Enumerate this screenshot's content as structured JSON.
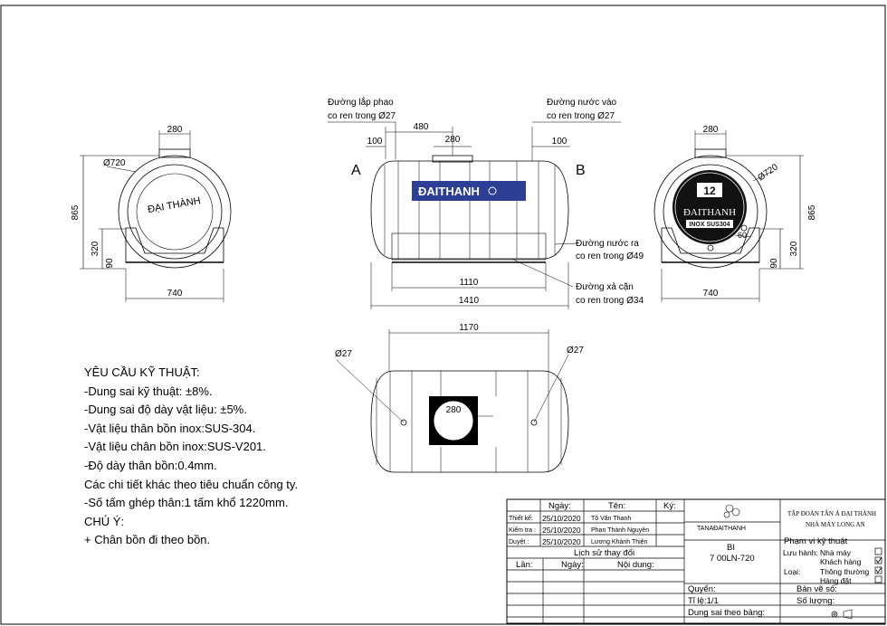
{
  "views": {
    "left": {
      "label_top": "280",
      "label_dia": "Ø720",
      "label_height": "865",
      "label_320": "320",
      "label_90": "90",
      "label_width": "740",
      "logo_text": "ĐẠI THÀNH"
    },
    "front": {
      "callout_float_1": "Đường lắp phao",
      "callout_float_2": "co ren trong Ø27",
      "callout_inlet_1": "Đường nước vào",
      "callout_inlet_2": "co ren trong Ø27",
      "dim_480": "480",
      "dim_280": "280",
      "dim_100_left": "100",
      "dim_100_right": "100",
      "end_a": "A",
      "end_b": "B",
      "brand_band": "ĐAITHANH",
      "callout_outlet_1": "Đường nước ra",
      "callout_outlet_2": "co ren trong Ø49",
      "callout_drain_1": "Đường xả cặn",
      "callout_drain_2": "co ren trong Ø34",
      "dim_1110": "1110",
      "dim_1410": "1410"
    },
    "right": {
      "label_top": "280",
      "label_dia": "Ø720",
      "label_height": "865",
      "label_320": "320",
      "label_90": "90",
      "label_60": "60",
      "label_width": "740",
      "logo_text": "ĐAITHANH",
      "logo_sub": "INOX SUS304",
      "logo_badge": "12"
    },
    "top": {
      "dim_1170": "1170",
      "dia_left": "Ø27",
      "dia_right": "Ø27",
      "dim_280": "280"
    }
  },
  "notes": [
    "YÊU CẦU KỸ THUẬT:",
    "-Dung sai kỹ thuật: ±8%.",
    "-Dung sai độ dày vật liệu: ±5%.",
    "-Vật liệu thân bồn inox:SUS-304.",
    "-Vật liệu chân bồn inox:SUS-V201.",
    "-Độ dày thân bồn:0.4mm.",
    "Các chi tiết khác theo tiêu chuẩn công ty.",
    "-Số tấm ghép thân:1 tấm khổ 1220mm.",
    "CHÚ Ý:",
    "+ Chân bồn đi theo bồn."
  ],
  "title_block": {
    "hdr_date": "Ngày:",
    "hdr_name": "Tên:",
    "hdr_sign": "Ký:",
    "row_design": "Thiết kế:",
    "row_design_date": "25/10/2020",
    "row_design_name": "Tô Văn Thanh",
    "row_check": "Kiểm tra :",
    "row_check_date": "25/10/2020",
    "row_check_name": "Phan Thành Nguyên",
    "row_approve": "Duyệt :",
    "row_approve_date": "25/10/2020",
    "row_approve_name": "Lương Khánh Thiện",
    "history": "Lịch sử thay đổi",
    "col_times": "Lần:",
    "col_date": "Ngày:",
    "col_content": "Nội dung:",
    "company_logo": "TANAĐAITHANH",
    "group_1": "TẬP ĐOÀN TÂN Á ĐẠI THÀNH",
    "group_2": "NHÀ MÁY LONG AN",
    "product_1": "BI",
    "product_2": "7 00LN-720",
    "scope": "Phạm vi kỹ thuật",
    "circulation": "Lưu hành:",
    "opt_factory": "Nhà máy",
    "opt_customer": "Khách hàng",
    "type": "Loại:",
    "opt_normal": "Thông thường",
    "opt_special": "Hàng đặt",
    "book": "Quyển:",
    "drawing_no": "Bản vẽ số:",
    "scale": "Tỉ lệ:1/1",
    "quantity": "Số lượng:",
    "tolerance": "Dung sai theo bảng:"
  }
}
